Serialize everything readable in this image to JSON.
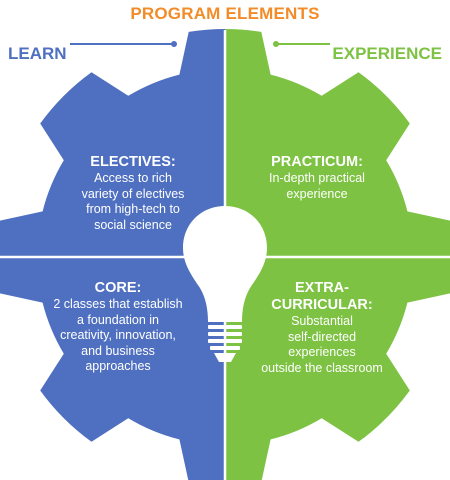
{
  "title": "PROGRAM ELEMENTS",
  "labels": {
    "left": "LEARN",
    "right": "EXPERIENCE"
  },
  "colors": {
    "title": "#f28c28",
    "learn": "#4f6fc0",
    "experience": "#7dc242",
    "bulb": "#ffffff"
  },
  "quadrants": {
    "electives": {
      "heading": "ELECTIVES:",
      "lines": [
        "Access to rich",
        "variety of electives",
        "from high-tech to",
        "social science"
      ]
    },
    "practicum": {
      "heading": "PRACTICUM:",
      "lines": [
        "In-depth practical",
        "experience"
      ]
    },
    "core": {
      "heading": "CORE:",
      "lines": [
        "2 classes that establish",
        "a foundation in",
        "creativity, innovation,",
        "and business",
        "approaches"
      ]
    },
    "extracurricular": {
      "heading_lines": [
        "EXTRA-",
        "CURRICULAR:"
      ],
      "lines": [
        "Substantial",
        "self-directed",
        "experiences",
        "outside the classroom"
      ]
    }
  }
}
